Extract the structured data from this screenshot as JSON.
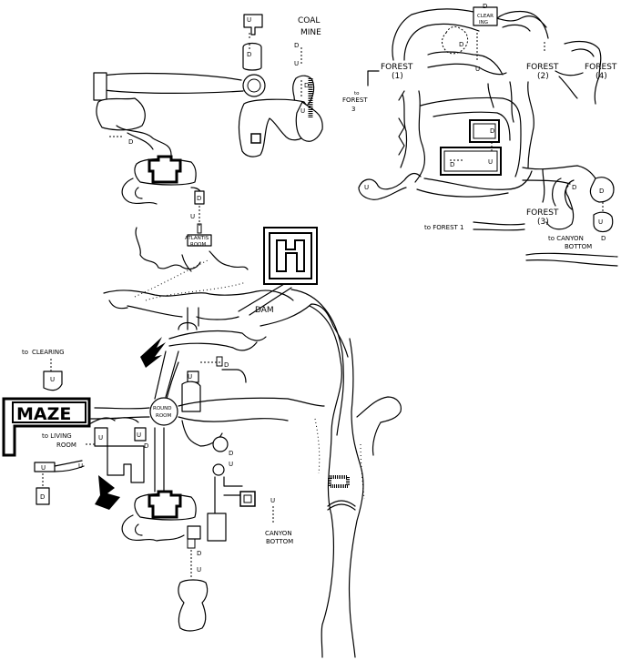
{
  "labels": {
    "coal_mine_1": "COAL",
    "coal_mine_2": "MINE",
    "atlantis_1": "ATLANTIS",
    "atlantis_2": "ROOM",
    "dam": "DAM",
    "to_clearing_to": "to",
    "to_clearing": "CLEARING",
    "maze": "MAZE",
    "to_living_1": "to LIVING",
    "to_living_2": "ROOM",
    "round_1": "ROUND",
    "round_2": "ROOM",
    "canyon_bottom_1": "CANYON",
    "canyon_bottom_2": "BOTTOM",
    "clearing_1": "CLEAR",
    "clearing_2": "ING",
    "forest1_1": "FOREST",
    "forest1_2": "(1)",
    "forest2_1": "FOREST",
    "forest2_2": "(2)",
    "forest3_1": "FOREST",
    "forest3_2": "(3)",
    "forest4_1": "FOREST",
    "forest4_2": "(4)",
    "to_forest3_1": "to",
    "to_forest3_2": "FOREST",
    "to_forest3_3": "3",
    "to_forest1": "to FOREST 1",
    "to_canyon_1": "to CANYON",
    "to_canyon_2": "BOTTOM"
  },
  "dir": {
    "up": "U",
    "down": "D"
  }
}
